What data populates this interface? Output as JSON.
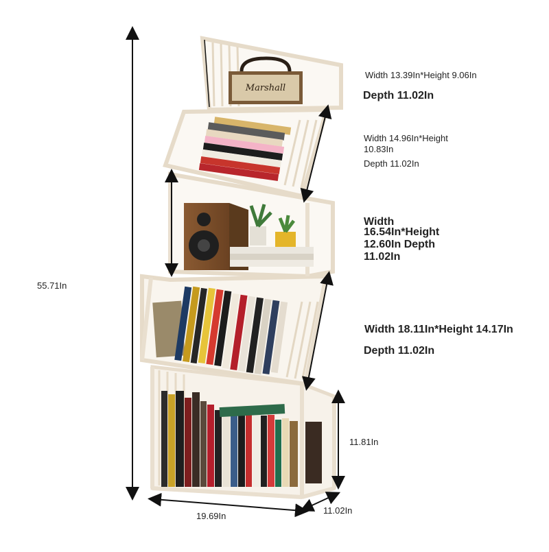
{
  "dimensions": {
    "total_height": "55.71In",
    "base_width": "19.69In",
    "base_depth": "11.02In",
    "bottom_height": "11.81In"
  },
  "tiers": [
    {
      "size": "Width 13.39In*Height 9.06In",
      "depth": "Depth 11.02In"
    },
    {
      "size_line1": "Width 14.96In*Height",
      "size_line2": "10.83In",
      "depth": "Depth 11.02In"
    },
    {
      "line1": "Width",
      "line2": "16.54In*Height",
      "line3": "12.60In Depth",
      "line4": "11.02In"
    },
    {
      "size": "Width 18.11In*Height 14.17In",
      "depth": "Depth 11.02In"
    }
  ],
  "objects": {
    "radio_brand": "Marshall"
  },
  "colors": {
    "frame": "#efe6d8",
    "frame_edge": "#d7cbb7",
    "arrow": "#111111"
  }
}
